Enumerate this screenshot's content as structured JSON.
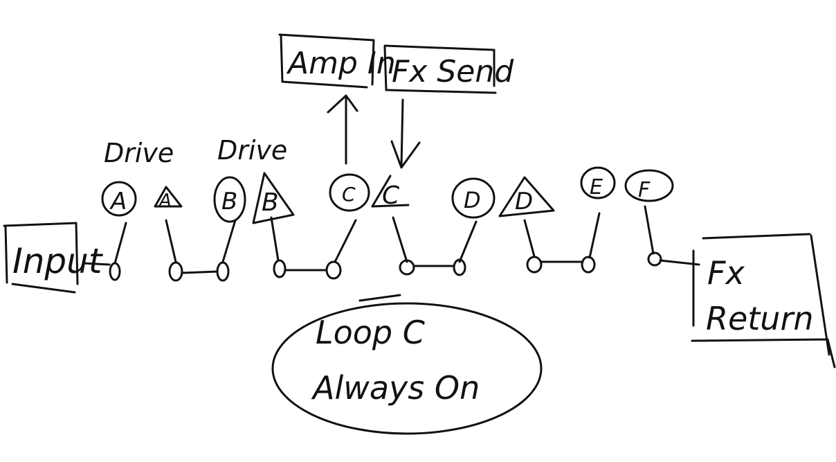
{
  "diagram": {
    "ink_color": "#111111",
    "background": "#ffffff",
    "boxes": {
      "input": "Input",
      "amp_in": "Amp In",
      "fx_send": "Fx Send",
      "fx_return_line1": "Fx",
      "fx_return_line2": "Return"
    },
    "labels": {
      "drive_1": "Drive",
      "drive_2": "Drive"
    },
    "loops": [
      {
        "circle": "A",
        "triangle": "A"
      },
      {
        "circle": "B",
        "triangle": "B"
      },
      {
        "circle": "C",
        "triangle": "C"
      },
      {
        "circle": "D",
        "triangle": "D"
      },
      {
        "circle": "E",
        "triangle": "F"
      }
    ],
    "note": {
      "line1": "Loop C",
      "line2": "Always On"
    }
  }
}
